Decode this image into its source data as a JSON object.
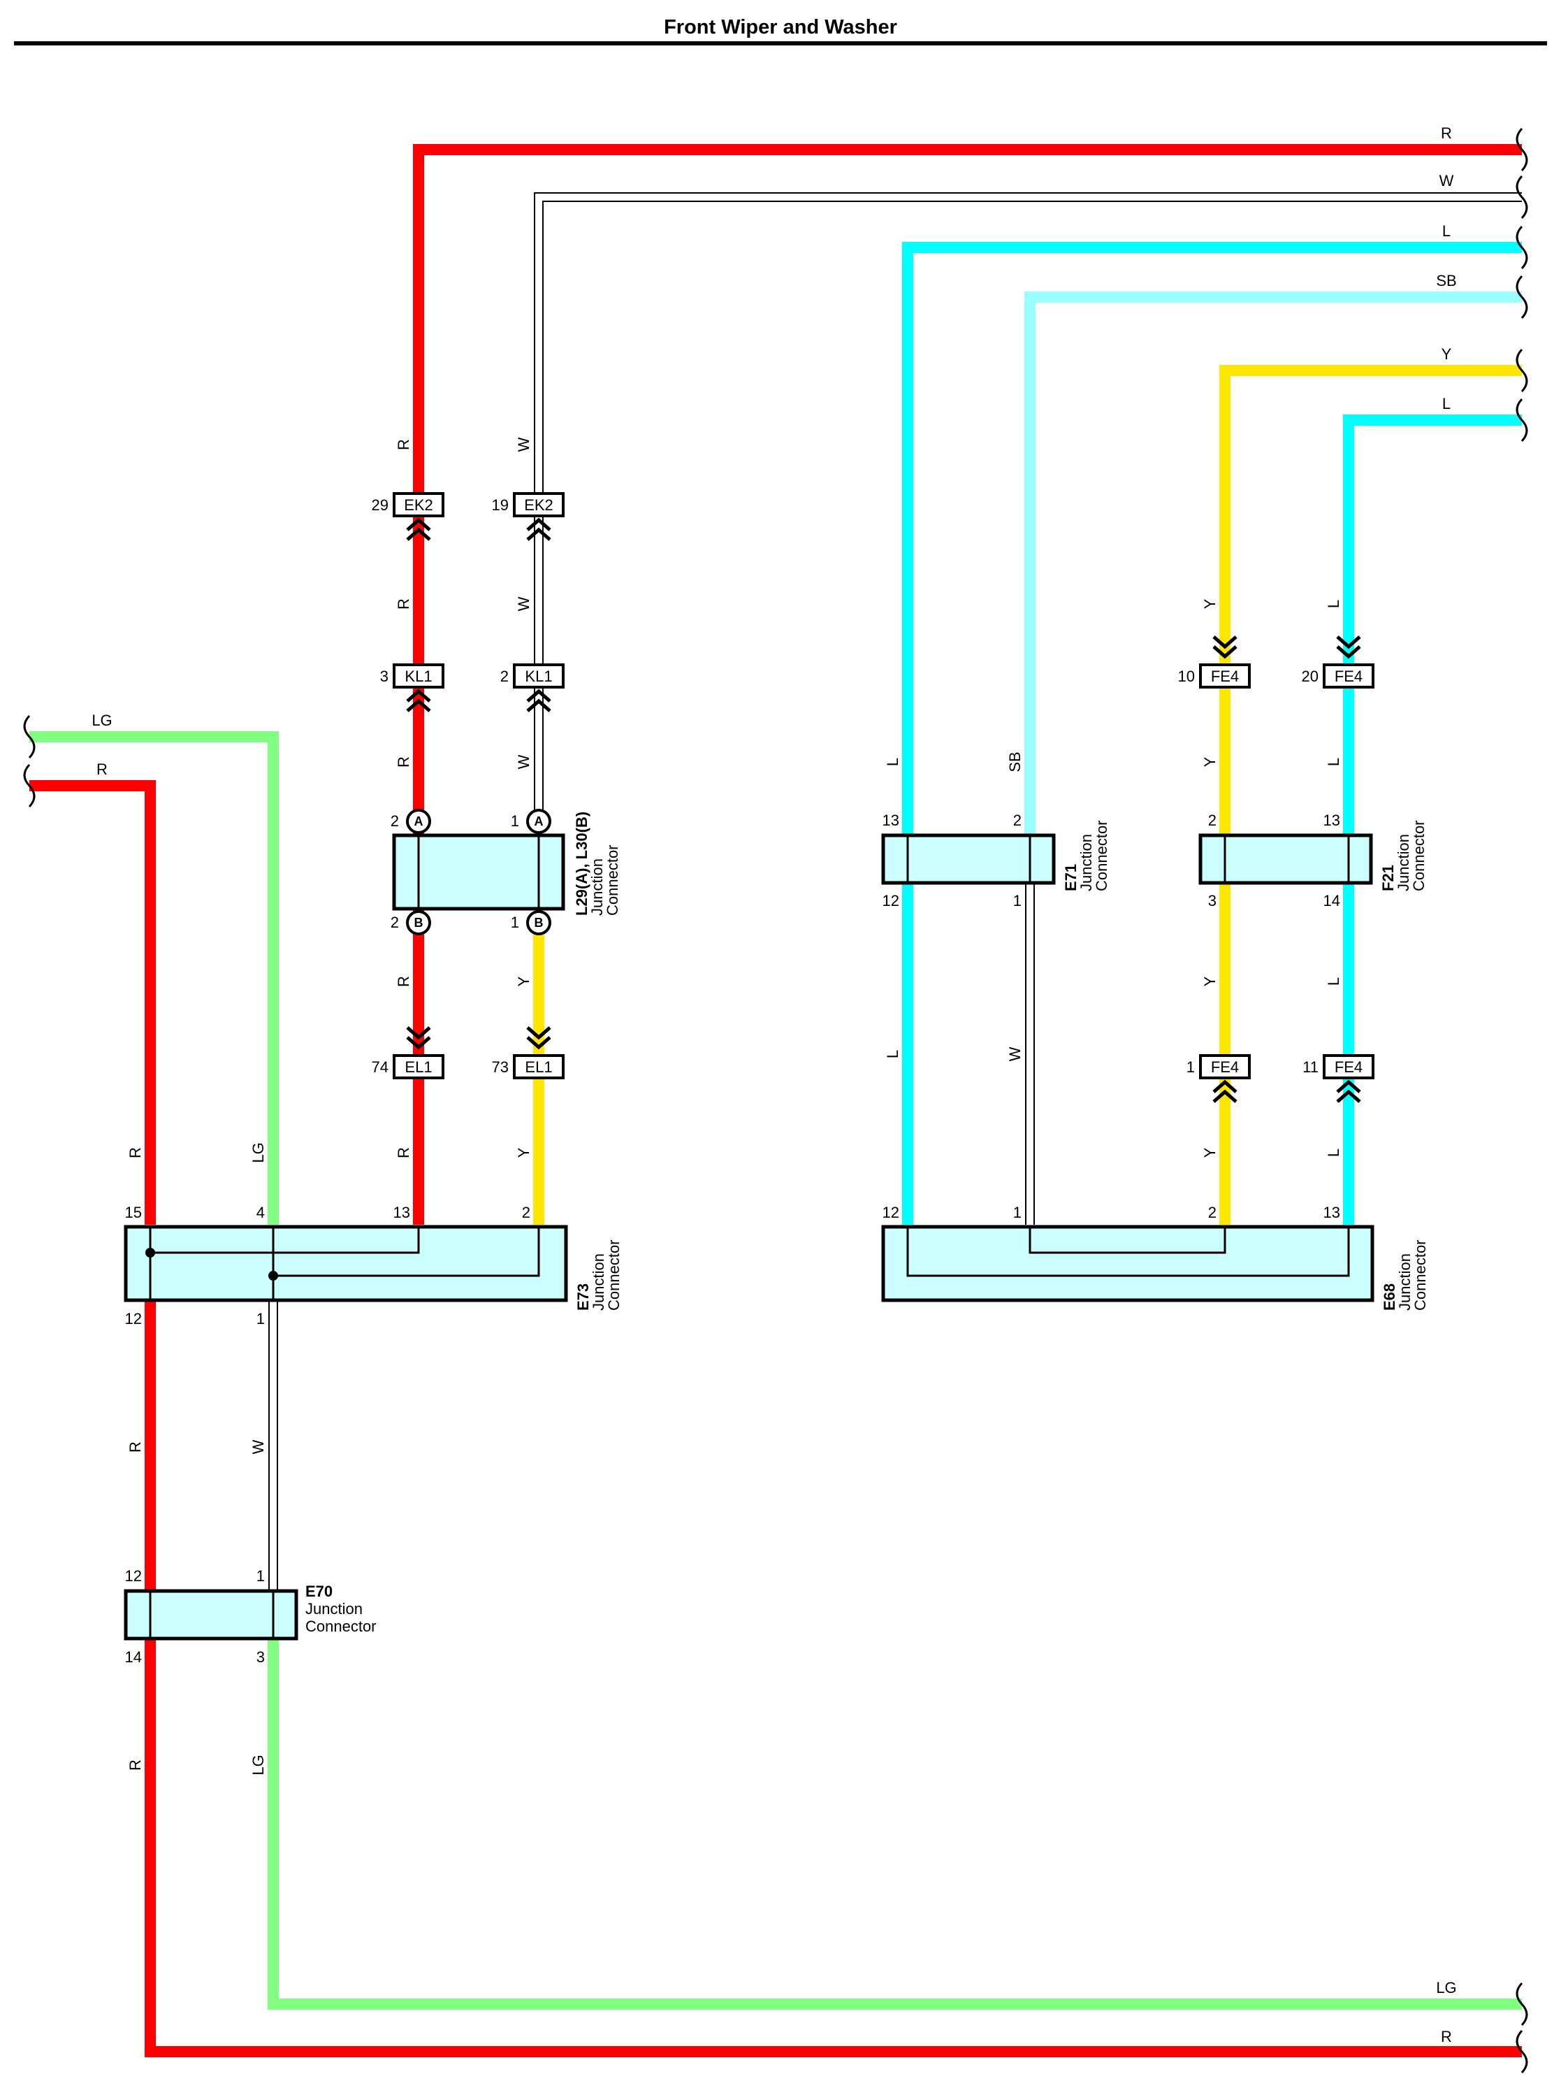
{
  "title": "Front Wiper and Washer",
  "colors": {
    "R": "#ff0000",
    "W": "#ffffff",
    "L": "#00ffff",
    "SB": "#99ffff",
    "Y": "#ffe600",
    "LG": "#80ff80",
    "connector_fill": "#ccffff"
  },
  "wires": {
    "top_r": "R",
    "top_w": "W",
    "top_l": "L",
    "top_sb": "SB",
    "top_y": "Y",
    "top_l2": "L",
    "left_lg": "LG",
    "left_r": "R",
    "bottom_lg": "LG",
    "bottom_r": "R"
  },
  "in_line_connectors": {
    "ek2_29": {
      "pin": "29",
      "name": "EK2"
    },
    "ek2_19": {
      "pin": "19",
      "name": "EK2"
    },
    "kl1_3": {
      "pin": "3",
      "name": "KL1"
    },
    "kl1_2": {
      "pin": "2",
      "name": "KL1"
    },
    "el1_74": {
      "pin": "74",
      "name": "EL1"
    },
    "el1_73": {
      "pin": "73",
      "name": "EL1"
    },
    "fe4_10": {
      "pin": "10",
      "name": "FE4"
    },
    "fe4_20": {
      "pin": "20",
      "name": "FE4"
    },
    "fe4_1": {
      "pin": "1",
      "name": "FE4"
    },
    "fe4_11": {
      "pin": "11",
      "name": "FE4"
    }
  },
  "junction_connectors": {
    "l29": {
      "name": "L29(A), L30(B)",
      "desc1": "Junction",
      "desc2": "Connector",
      "a": "A",
      "b": "B"
    },
    "e73": {
      "name": "E73",
      "desc1": "Junction",
      "desc2": "Connector"
    },
    "e70": {
      "name": "E70",
      "desc1": "Junction",
      "desc2": "Connector"
    },
    "e71": {
      "name": "E71",
      "desc1": "Junction",
      "desc2": "Connector"
    },
    "f21": {
      "name": "F21",
      "desc1": "Junction",
      "desc2": "Connector"
    },
    "e68": {
      "name": "E68",
      "desc1": "Junction",
      "desc2": "Connector"
    }
  },
  "pins": {
    "l29_a_r": "2",
    "l29_a_w": "1",
    "l29_b_r": "2",
    "l29_b_y": "1",
    "e73_15": "15",
    "e73_4": "4",
    "e73_13": "13",
    "e73_2": "2",
    "e73_12": "12",
    "e73_1": "1",
    "e70_12": "12",
    "e70_1": "1",
    "e70_14": "14",
    "e70_3": "3",
    "e71_13": "13",
    "e71_2": "2",
    "e71_12": "12",
    "e71_1": "1",
    "f21_2": "2",
    "f21_13": "13",
    "f21_3": "3",
    "f21_14": "14",
    "e68_12": "12",
    "e68_1": "1",
    "e68_2": "2",
    "e68_13": "13"
  },
  "wire_codes": {
    "R": "R",
    "W": "W",
    "Y": "Y",
    "L": "L",
    "SB": "SB",
    "LG": "LG"
  }
}
